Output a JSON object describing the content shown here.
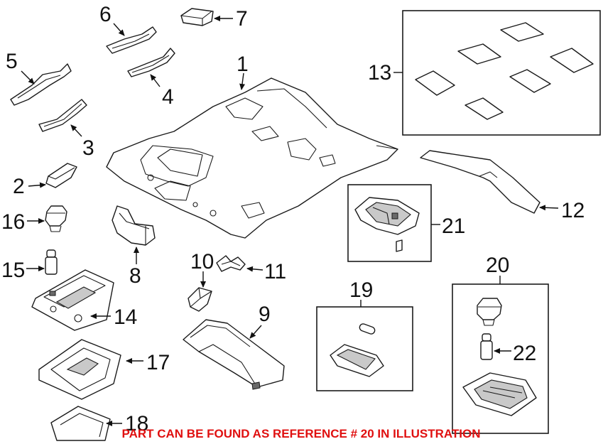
{
  "callouts": {
    "c1": "1",
    "c2": "2",
    "c3": "3",
    "c4": "4",
    "c5": "5",
    "c6": "6",
    "c7": "7",
    "c8": "8",
    "c9": "9",
    "c10": "10",
    "c11": "11",
    "c12": "12",
    "c13": "13",
    "c14": "14",
    "c15": "15",
    "c16": "16",
    "c17": "17",
    "c18": "18",
    "c19": "19",
    "c20": "20",
    "c21": "21",
    "c22": "22"
  },
  "note": "PART CAN BE FOUND AS REFERENCE # 20 IN ILLUSTRATION",
  "colors": {
    "note": "#e01010",
    "line": "#1a1a1a"
  }
}
